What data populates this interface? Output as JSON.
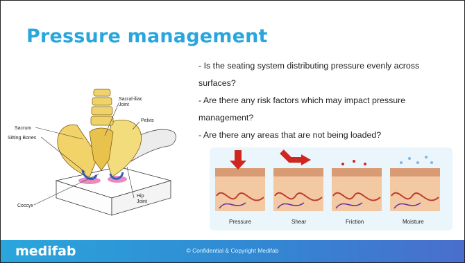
{
  "slide": {
    "title": "Pressure management",
    "bullets": [
      "- Is the seating system distributing pressure evenly across surfaces?",
      "- Are there any risk factors which may impact pressure management?",
      "- Are there any areas that are not being loaded?"
    ]
  },
  "anatomy": {
    "labels": {
      "sacroiliac": "Sacral-iliac",
      "sacroiliac2": "Joint",
      "pelvis": "Pelvis",
      "sacrum": "Sacrum",
      "sitting_bones": "Sitting Bones",
      "coccyx": "Coccyx",
      "hip": "Hip",
      "hip2": "Joint"
    }
  },
  "skin_panels": {
    "captions": [
      "Pressure",
      "Shear",
      "Friction",
      "Moisture"
    ]
  },
  "footer": {
    "logo": "medifab",
    "copyright": "© Confidential & Copyright Medifab"
  }
}
